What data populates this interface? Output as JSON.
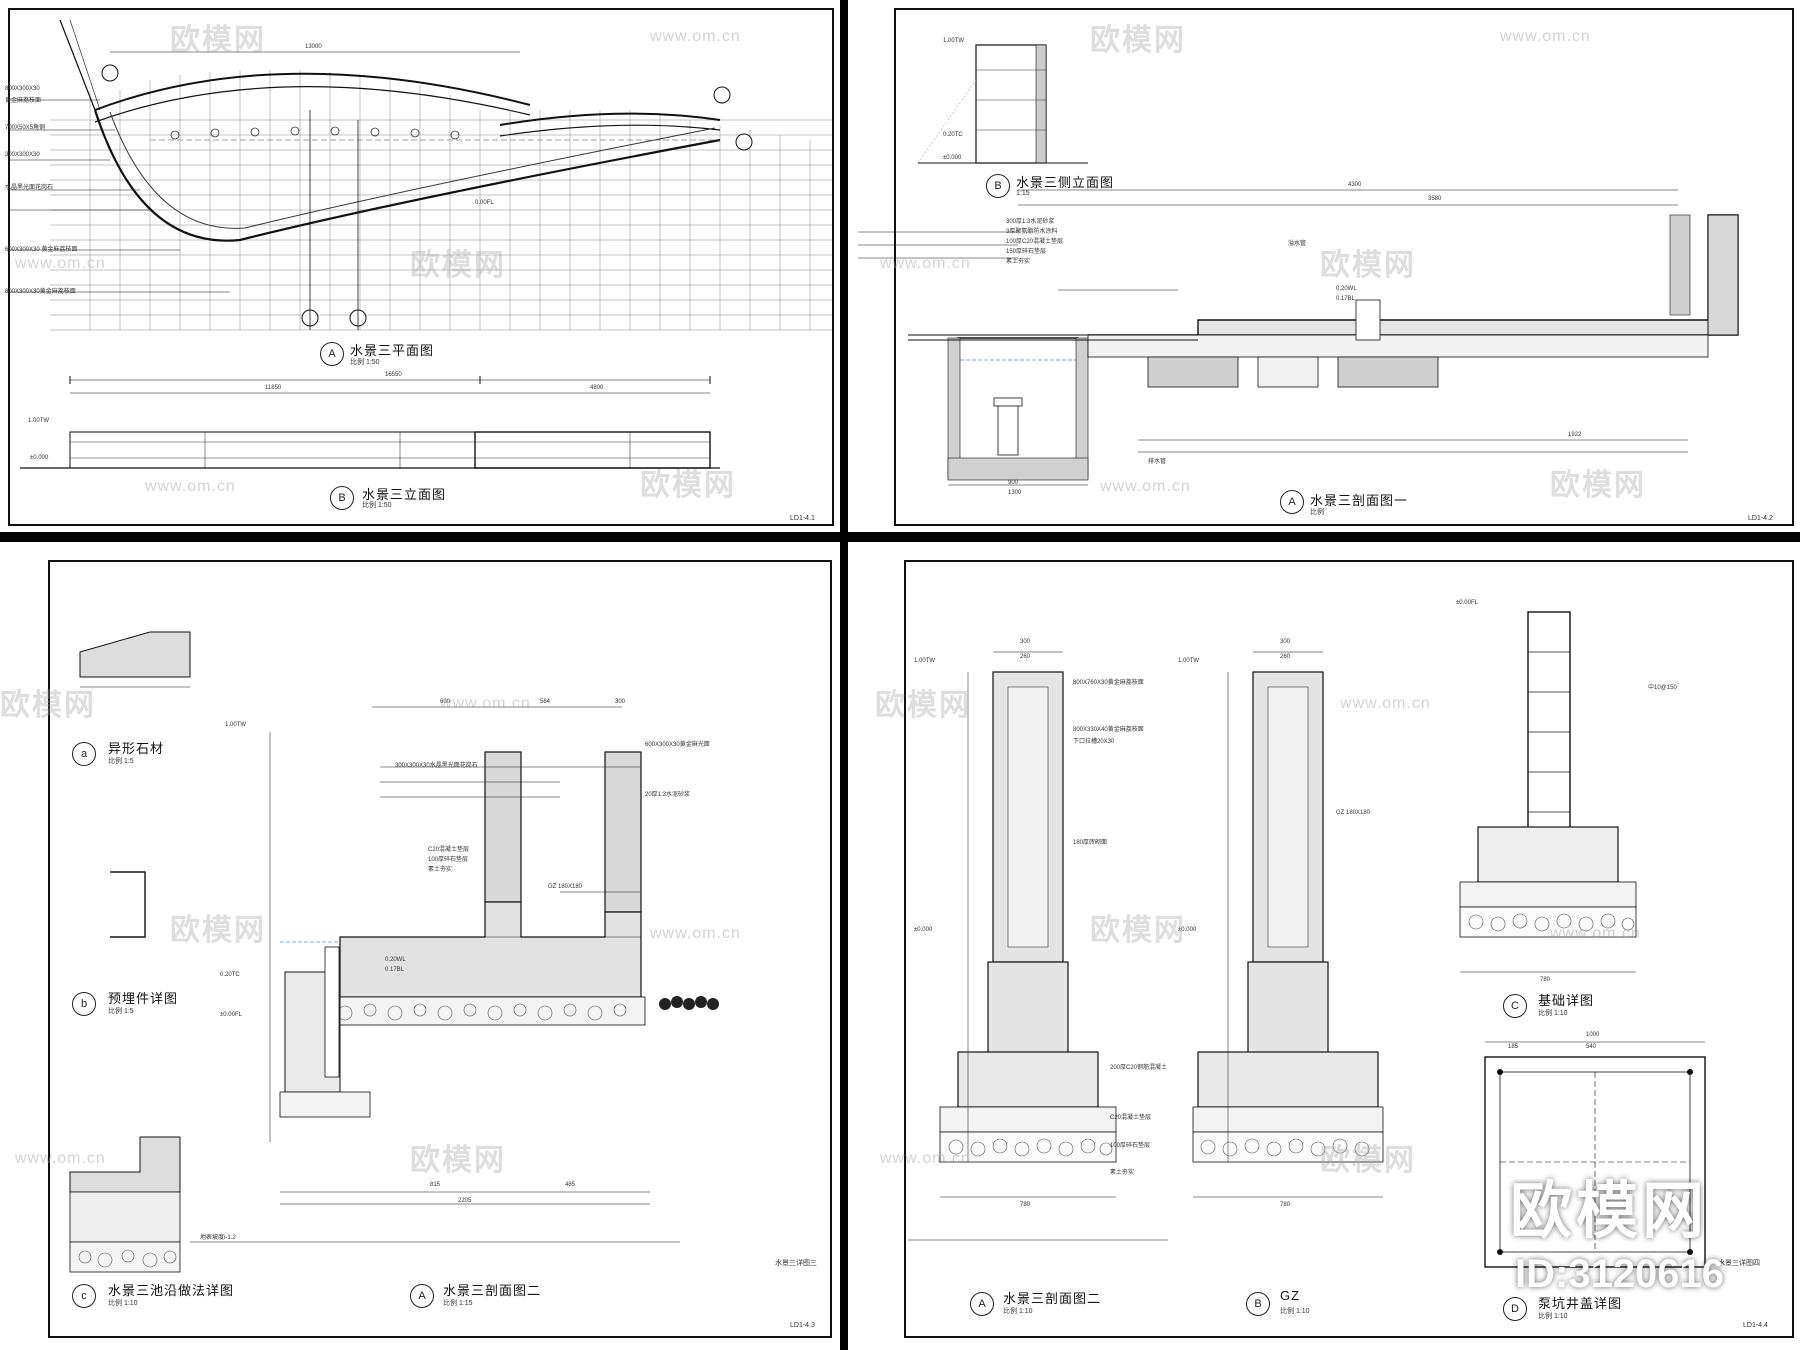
{
  "sheet1": {
    "view_a": {
      "letter": "A",
      "title": "水景三平面图",
      "scale": "比例 1:50"
    },
    "view_b": {
      "letter": "B",
      "title": "水景三立面图",
      "scale": "比例 1:50"
    },
    "dims": {
      "total": "16550",
      "left": "11850",
      "right": "4800",
      "top": "13000"
    },
    "levels": {
      "top": "1.00TW",
      "base": "±0.000",
      "mid": "0.00FL"
    },
    "notes": [
      "800X300X30",
      "黄金麻荔枝面",
      "700X50X5角钢",
      "300X300X30",
      "水晶黑光面花岗石",
      "600X300X30 黄金麻荔枝面",
      "800X300X30黄金麻荔枝面"
    ],
    "sheet_no": "LD1-4.1"
  },
  "sheet2": {
    "view_b": {
      "letter": "B",
      "title": "水景三侧立面图",
      "scale": "1:15"
    },
    "view_a": {
      "letter": "A",
      "title": "水景三剖面图一",
      "scale": "比例"
    },
    "dims": {
      "total": "4300",
      "mid": "3580",
      "inner": "1922",
      "base": "900",
      "cell": "1300"
    },
    "levels": {
      "top": "1.00TW",
      "l2": "0.20TC",
      "l3": "±0.000",
      "l4": "0.20WL",
      "l5": "0.17BL"
    },
    "notes": [
      "300厚1:3水泥砂浆",
      "3厚聚氨酯防水涂料",
      "100厚C20混凝土垫层",
      "150厚碎石垫层",
      "素土夯实",
      "溢水管",
      "排水管"
    ],
    "sheet_no": "LD1-4.2"
  },
  "sheet3": {
    "view_a_small": {
      "letter": "a",
      "title": "异形石材",
      "scale": "比例 1:5"
    },
    "view_b_small": {
      "letter": "b",
      "title": "预埋件详图",
      "scale": "比例 1:5"
    },
    "view_c": {
      "letter": "c",
      "title": "水景三池沿做法详图",
      "scale": "比例 1:10"
    },
    "view_a": {
      "letter": "A",
      "title": "水景三剖面图二",
      "scale": "比例 1:15"
    },
    "dims": {
      "total": "2205",
      "d1": "815",
      "d2": "485",
      "top1": "600",
      "top2": "564",
      "top3": "300"
    },
    "levels": {
      "top": "1.00TW",
      "l2": "0.20TC",
      "l3": "±0.00FL",
      "l4": "0.20WL",
      "l5": "0.17BL"
    },
    "notes": [
      "600X300X30黄金麻光面",
      "300X300X30水晶黑光面花岗石",
      "20厚1:3水泥砂浆",
      "C20混凝土垫层",
      "100厚碎石垫层",
      "素土夯实",
      "GZ 180X180",
      "地表坡度i-1.2"
    ],
    "sheet_no": "LD1-4.3",
    "sheet_name": "水景三详图三"
  },
  "sheet4": {
    "view_a": {
      "letter": "A",
      "title": "水景三剖面图二",
      "scale": "比例 1:10"
    },
    "view_b": {
      "letter": "B",
      "title": "GZ",
      "scale": "比例 1:10"
    },
    "view_c": {
      "letter": "C",
      "title": "基础详图",
      "scale": "比例 1:10"
    },
    "view_d": {
      "letter": "D",
      "title": "泵坑井盖详图",
      "scale": "比例 1:10"
    },
    "dims": {
      "w1": "300",
      "w2": "260",
      "base": "780",
      "cover": "1000",
      "cover_in": "540",
      "cover_side": "185",
      "found": "780"
    },
    "levels": {
      "top": "1.00TW",
      "base": "±0.000",
      "fl": "±0.00FL"
    },
    "notes": [
      "800X760X30黄金麻荔枝面",
      "800X330X40黄金麻荔枝面",
      "下口拉槽20X30",
      "180厚砖砌面",
      "200厚C20钢筋混凝土",
      "C20混凝土垫层",
      "100厚碎石垫层",
      "素土夯实",
      "GZ 180X180",
      "中10@150"
    ],
    "sheet_no": "LD1-4.4",
    "sheet_name": "水景三详图四"
  },
  "watermark": {
    "text": "欧模网",
    "url": "www.om.cn"
  },
  "brand": {
    "name": "欧模网",
    "id": "ID:3120616"
  }
}
